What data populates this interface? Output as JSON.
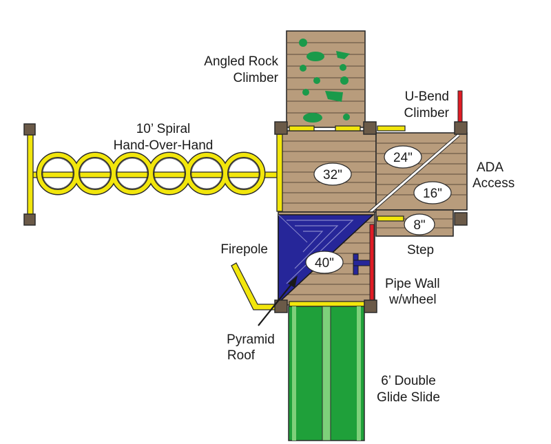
{
  "labels": {
    "rock_climber_line1": "Angled Rock",
    "rock_climber_line2": "Climber",
    "spiral_line1": "10’ Spiral",
    "spiral_line2": "Hand-Over-Hand",
    "ubend_line1": "U-Bend",
    "ubend_line2": "Climber",
    "ada_line1": "ADA",
    "ada_line2": "Access",
    "step": "Step",
    "firepole": "Firepole",
    "pipewall_line1": "Pipe Wall",
    "pipewall_line2": "w/wheel",
    "pyramid_line1": "Pyramid",
    "pyramid_line2": "Roof",
    "slide_line1": "6’ Double",
    "slide_line2": "Glide Slide"
  },
  "heights": {
    "deck_main": "32\"",
    "ramp_upper": "24\"",
    "ramp_lower": "16\"",
    "step": "8\"",
    "tower": "40\""
  },
  "colors": {
    "wood": "#b89c7c",
    "post": "#6b5a48",
    "yellow": "#f2e60c",
    "green": "#1a9a4a",
    "slide_green": "#1fa03a",
    "roof_blue": "#262699",
    "red": "#e01b24"
  }
}
